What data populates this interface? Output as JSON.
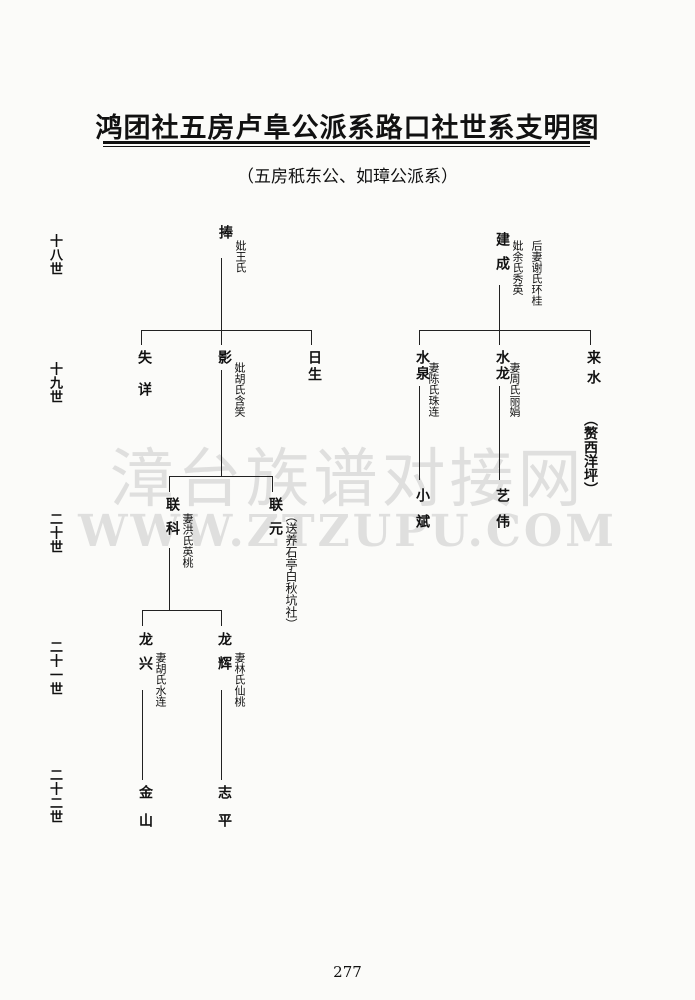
{
  "title": "鸿团社五房卢阜公派系路口社世系支明图",
  "subtitle": "（五房秖东公、如璋公派系）",
  "generations": [
    "十八世",
    "十九世",
    "二十世",
    "二十一世",
    "二十二世"
  ],
  "persons": {
    "peng": {
      "name": "捧",
      "spouse": "妣王氏"
    },
    "shi": {
      "name": "失详"
    },
    "ying": {
      "name": "影",
      "spouse": "妣胡氏含笑"
    },
    "risheng": {
      "name": "日生"
    },
    "lianke": {
      "name": "联科",
      "spouse": "妻洪氏英桃"
    },
    "lianyuan": {
      "name": "联元",
      "note": "（送养石亭白秋坑社）"
    },
    "longxing": {
      "name": "龙兴",
      "spouse": "妻胡氏水连"
    },
    "longhui": {
      "name": "龙辉",
      "spouse": "妻林氏仙桃"
    },
    "jinshan": {
      "name": "金山"
    },
    "zhiping": {
      "name": "志平"
    },
    "jiancheng": {
      "name": "建成",
      "spouse": "妣余氏秀英",
      "spouse2": "后妻谢氏环桂"
    },
    "shuiquan": {
      "name": "水泉",
      "spouse": "妻陈氏珠连"
    },
    "shuilong": {
      "name": "水龙",
      "spouse": "妻周氏丽娟"
    },
    "laishui": {
      "name": "来水",
      "note": "（赘西洋坪）"
    },
    "xiaobin": {
      "name": "小斌"
    },
    "yiwei": {
      "name": "艺伟"
    }
  },
  "watermark": {
    "text": "漳台族谱对接网",
    "url": "WWW.ZTZUPU.COM"
  },
  "page_number": "277"
}
